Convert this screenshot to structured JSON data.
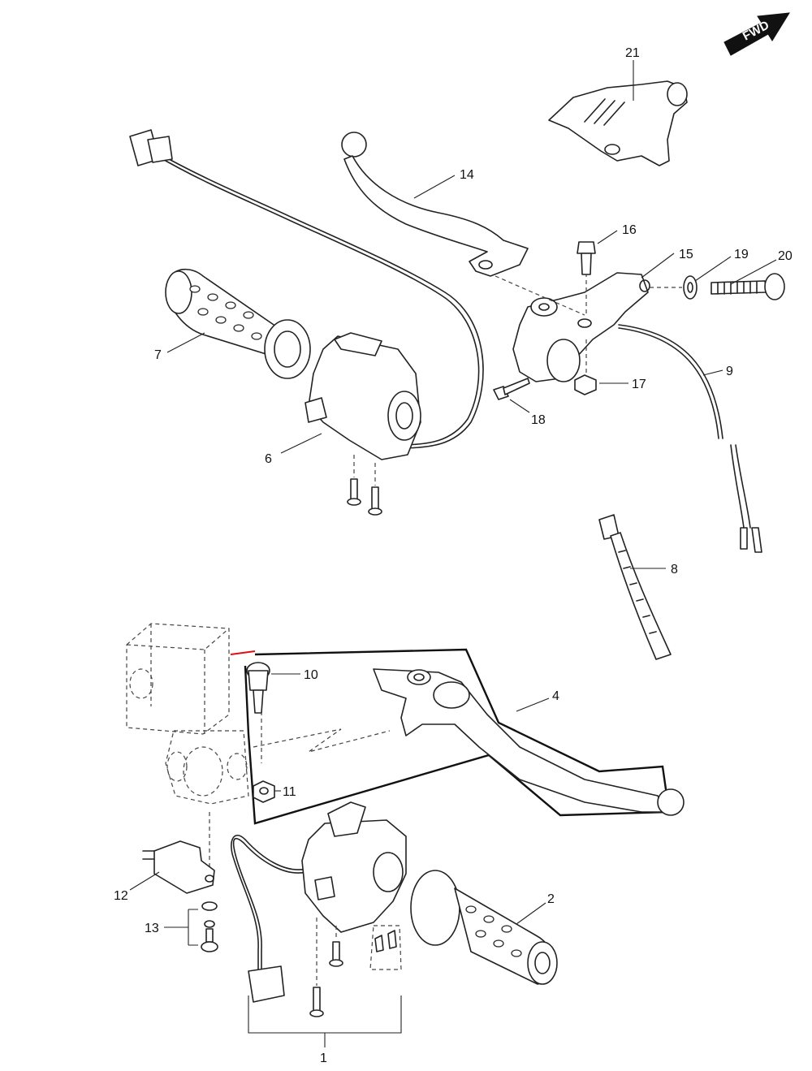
{
  "direction_marker": {
    "label": "FWD"
  },
  "callouts": [
    "1",
    "2",
    "4",
    "6",
    "7",
    "8",
    "9",
    "10",
    "11",
    "12",
    "13",
    "14",
    "15",
    "16",
    "17",
    "18",
    "19",
    "20",
    "21"
  ]
}
